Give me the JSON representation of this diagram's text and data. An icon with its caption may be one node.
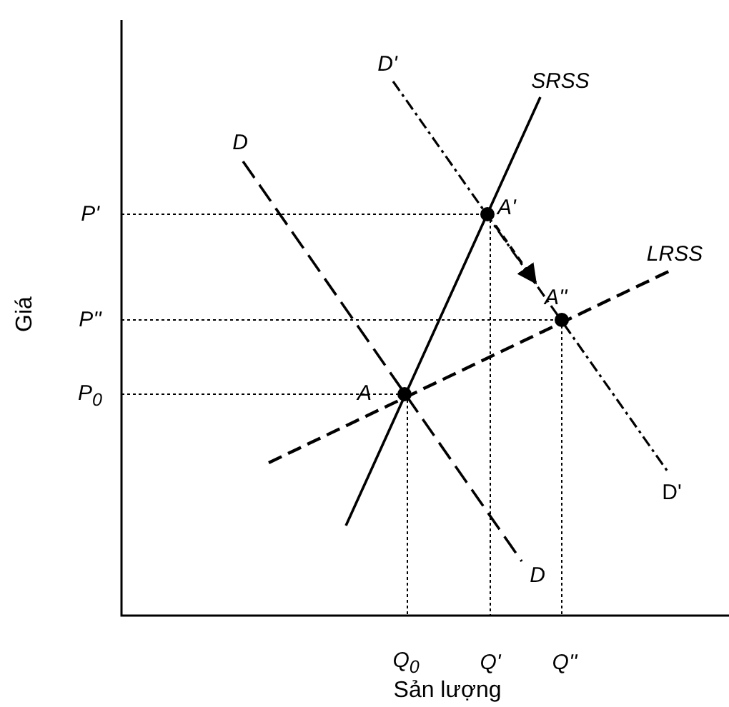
{
  "diagram": {
    "nodes": [
      {
        "text": [
          "A"
        ]
      },
      {
        "text": [
          "A'"
        ]
      },
      {
        "text": [
          "A''"
        ]
      }
    ],
    "edges": [
      {
        "from": 1,
        "to": 2,
        "arrow": "to",
        "style": "dashed"
      }
    ],
    "labels": [
      "D'",
      "SRSS",
      "D",
      "P'",
      "LRSS",
      "P''",
      "Giá",
      "P$_{0}$",
      "D'",
      "D",
      "Q$_{0}$",
      "Q'",
      "Q''",
      "Sản lượng"
    ]
  }
}
